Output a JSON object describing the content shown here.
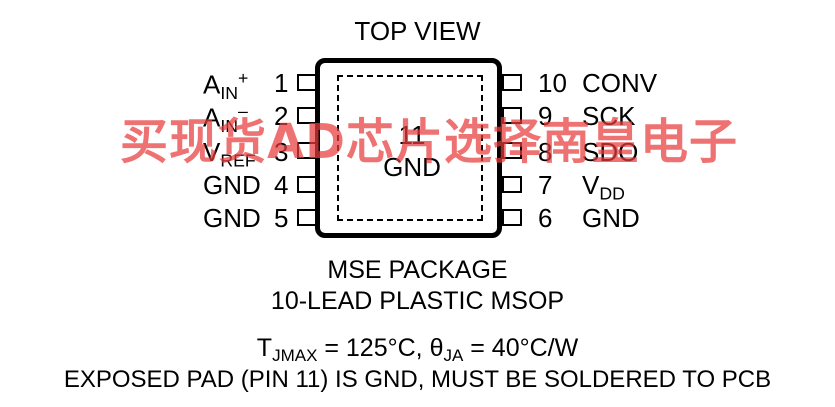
{
  "title": "TOP VIEW",
  "left_pins": [
    {
      "num": "1",
      "name_main": "A",
      "name_sub": "IN",
      "name_sup": "+"
    },
    {
      "num": "2",
      "name_main": "A",
      "name_sub": "IN",
      "name_sup": "–"
    },
    {
      "num": "3",
      "name_main": "V",
      "name_sub": "REF",
      "name_sup": ""
    },
    {
      "num": "4",
      "name_main": "GND",
      "name_sub": "",
      "name_sup": ""
    },
    {
      "num": "5",
      "name_main": "GND",
      "name_sub": "",
      "name_sup": ""
    }
  ],
  "right_pins": [
    {
      "num": "10",
      "name_main": "CONV",
      "name_sub": ""
    },
    {
      "num": "9",
      "name_main": "SCK",
      "name_sub": ""
    },
    {
      "num": "8",
      "name_main": "SDO",
      "name_sub": ""
    },
    {
      "num": "7",
      "name_main": "V",
      "name_sub": "DD"
    },
    {
      "num": "6",
      "name_main": "GND",
      "name_sub": ""
    }
  ],
  "exposed_pad": {
    "num": "11",
    "name": "GND"
  },
  "package_line1": "MSE PACKAGE",
  "package_line2": "10-LEAD PLASTIC MSOP",
  "thermal": {
    "tj_main": "T",
    "tj_sub": "JMAX",
    "tj_value": " = 125°C, ",
    "theta_main": "θ",
    "theta_sub": "JA",
    "theta_value": " = 40°C/W"
  },
  "note": "EXPOSED PAD (PIN 11) IS GND, MUST BE SOLDERED TO PCB",
  "watermark": "买现货AD芯片选择南皇电子",
  "colors": {
    "watermark": "#e83c3c",
    "line": "#000000"
  }
}
